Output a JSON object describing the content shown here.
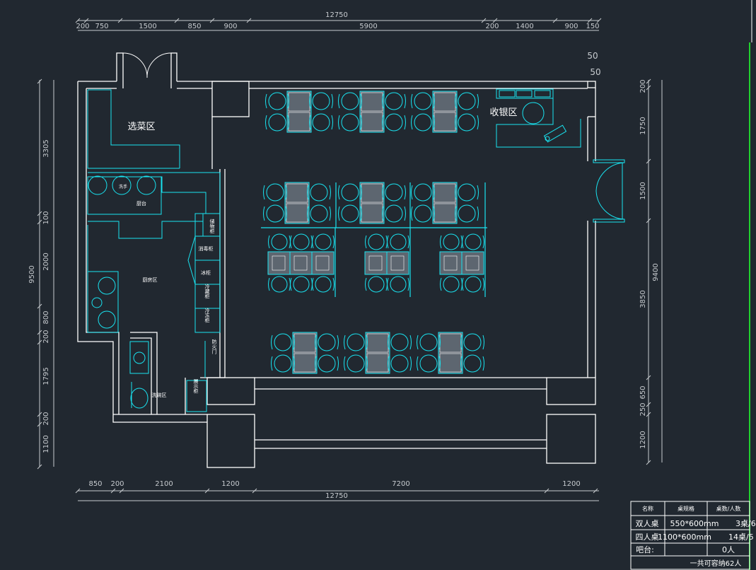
{
  "colors": {
    "background": "#212830",
    "wall": "#ffffff",
    "furniture": "#19e3f0",
    "dimension": "#c7cbcf",
    "table_fill": "#5d6670",
    "frame": "#22d12e"
  },
  "dimensions": {
    "top_total": "12750",
    "top_segments": [
      "200",
      "750",
      "1500",
      "850",
      "900",
      "5900",
      "200",
      "1400",
      "900",
      "150"
    ],
    "top_right_a": "50",
    "top_right_b": "50",
    "bottom_total": "12750",
    "bottom_segments": [
      "850",
      "200",
      "2100",
      "1200",
      "7200",
      "1200"
    ],
    "left_total": "9500",
    "left_segments": [
      "3305",
      "100",
      "2000",
      "800",
      "200",
      "1795",
      "200",
      "1100"
    ],
    "right_total": "9400",
    "right_segments": [
      "200",
      "1750",
      "1500",
      "3850",
      "650",
      "250",
      "1200"
    ]
  },
  "zones": {
    "selection": "选菜区",
    "cashier": "收银区",
    "chef_table": "厨台",
    "kitchen": "厨房区",
    "dish_station": "洗碗区",
    "fire_door": "防火门",
    "storage": "储物柜",
    "disinfect": "消毒柜",
    "fridge_a": "冷藏柜",
    "fridge_b": "冷冻柜",
    "ice": "冰柜",
    "display": "展示柜",
    "hand_wash": "洗手"
  },
  "legend": {
    "headers": [
      "名称",
      "桌规格",
      "桌数/人数"
    ],
    "rows": [
      {
        "name": "双人桌",
        "spec": "550*600mm",
        "count": "3桌/6"
      },
      {
        "name": "四人桌",
        "spec": "1100*600mm",
        "count": "14桌/5"
      },
      {
        "name": "吧台:",
        "spec": "",
        "count": "0人"
      }
    ],
    "total": "一共可容纳62人"
  }
}
